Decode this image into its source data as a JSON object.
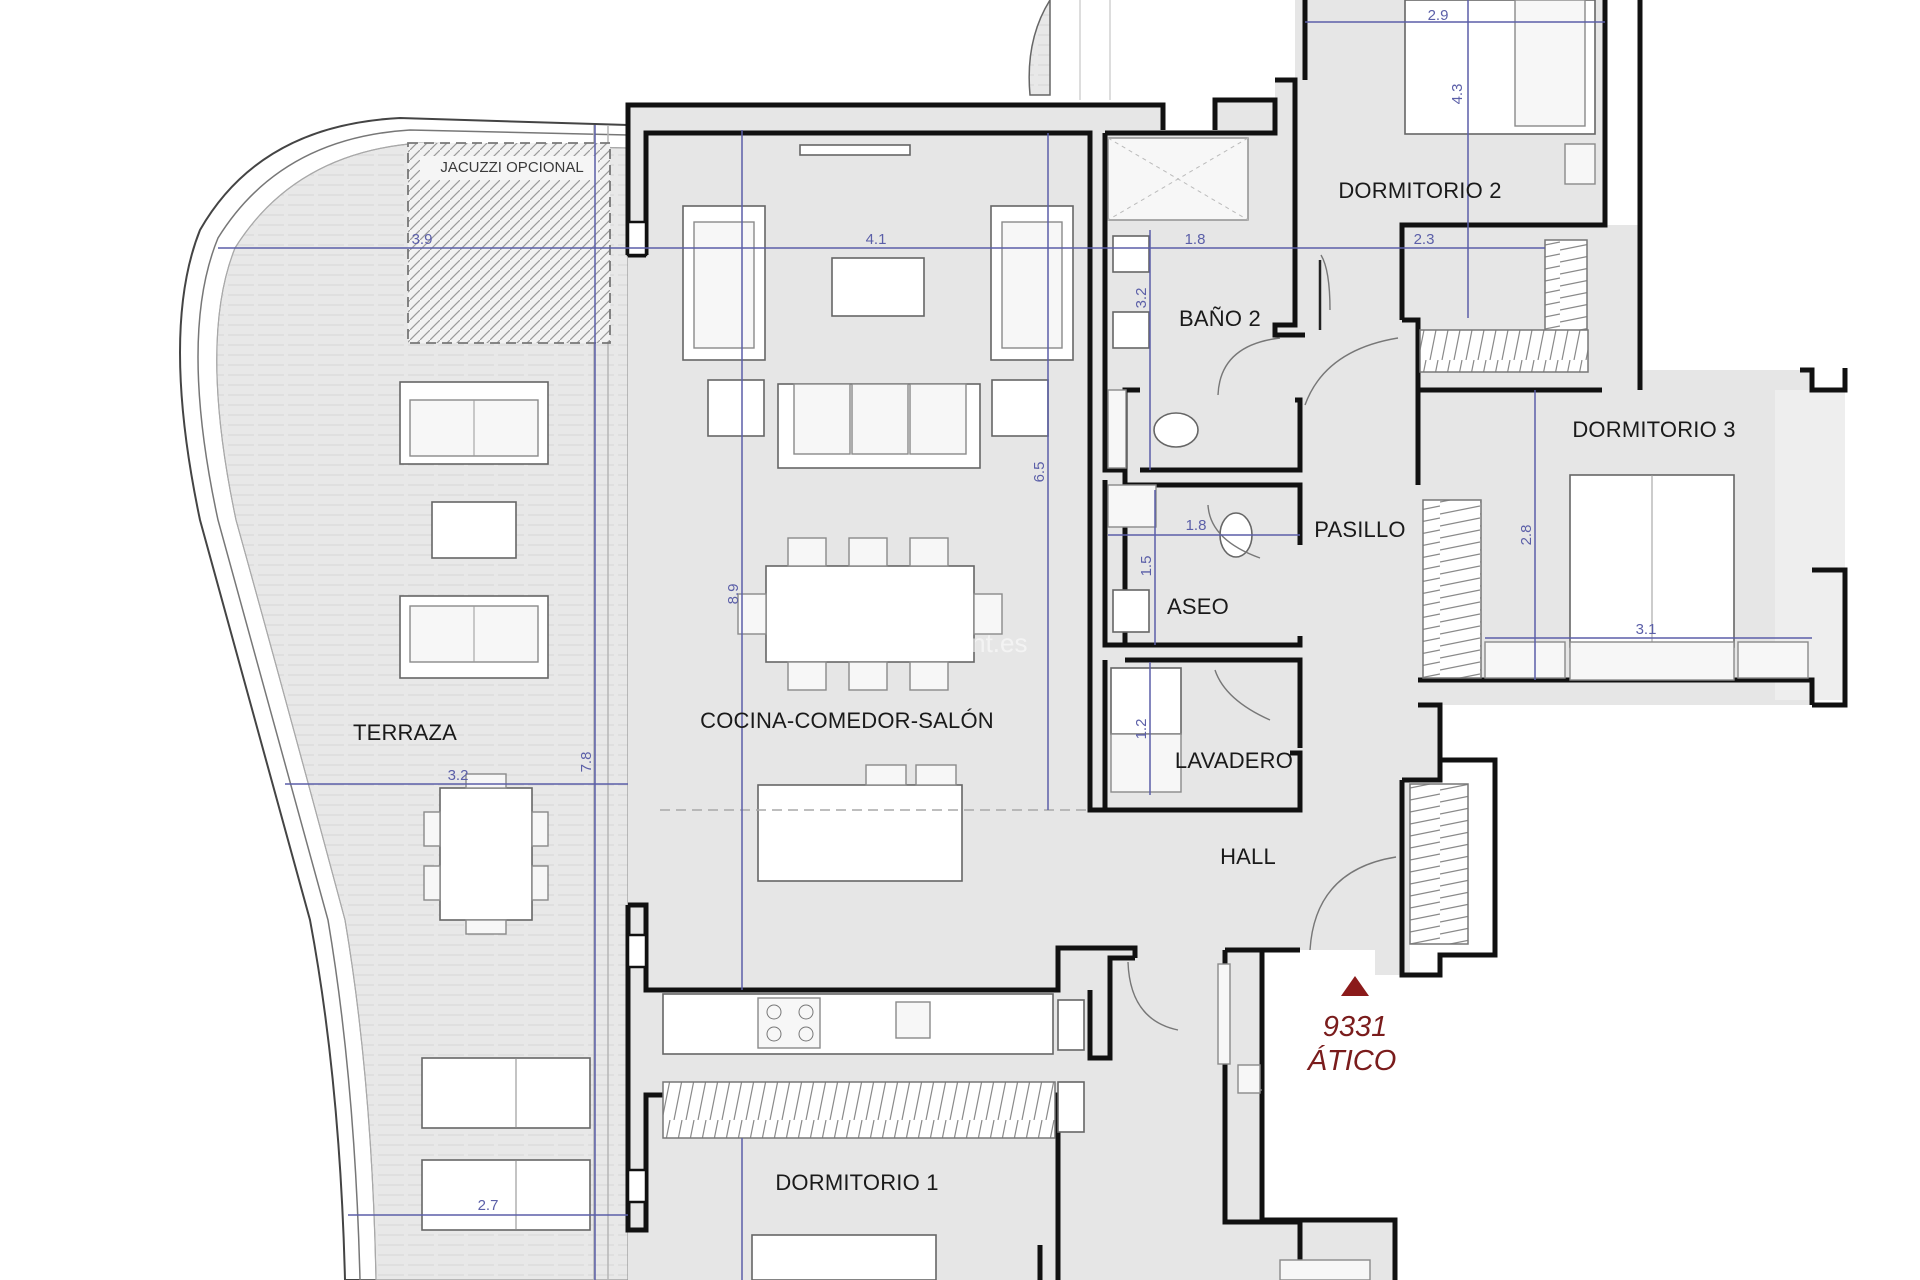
{
  "rooms": {
    "jacuzzi": "JACUZZI OPCIONAL",
    "dormitorio2": "DORMITORIO 2",
    "bano2": "BAÑO 2",
    "dormitorio3": "DORMITORIO 3",
    "pasillo": "PASILLO",
    "aseo": "ASEO",
    "terraza": "TERRAZA",
    "salon": "COCINA-COMEDOR-SALÓN",
    "lavadero": "LAVADERO",
    "hall": "HALL",
    "dormitorio1": "DORMITORIO 1"
  },
  "dimensions": {
    "d_2_9": "2.9",
    "d_4_3": "4.3",
    "d_3_9": "3.9",
    "d_4_1": "4.1",
    "d_1_8a": "1.8",
    "d_2_3": "2.3",
    "d_3_2a": "3.2",
    "d_6_5": "6.5",
    "d_2_8": "2.8",
    "d_1_8b": "1.8",
    "d_1_5": "1.5",
    "d_8_9": "8.9",
    "d_3_1": "3.1",
    "d_1_2": "1.2",
    "d_3_2b": "3.2",
    "d_7_8": "7.8",
    "d_2_7": "2.7"
  },
  "unit": {
    "number": "9331",
    "type": "ÁTICO"
  },
  "watermark": "ment.es",
  "colors": {
    "floor": "#e6e6e6",
    "wall": "#111111",
    "dimension": "#5b5fa8",
    "unit_marker": "#8b1a1a"
  }
}
